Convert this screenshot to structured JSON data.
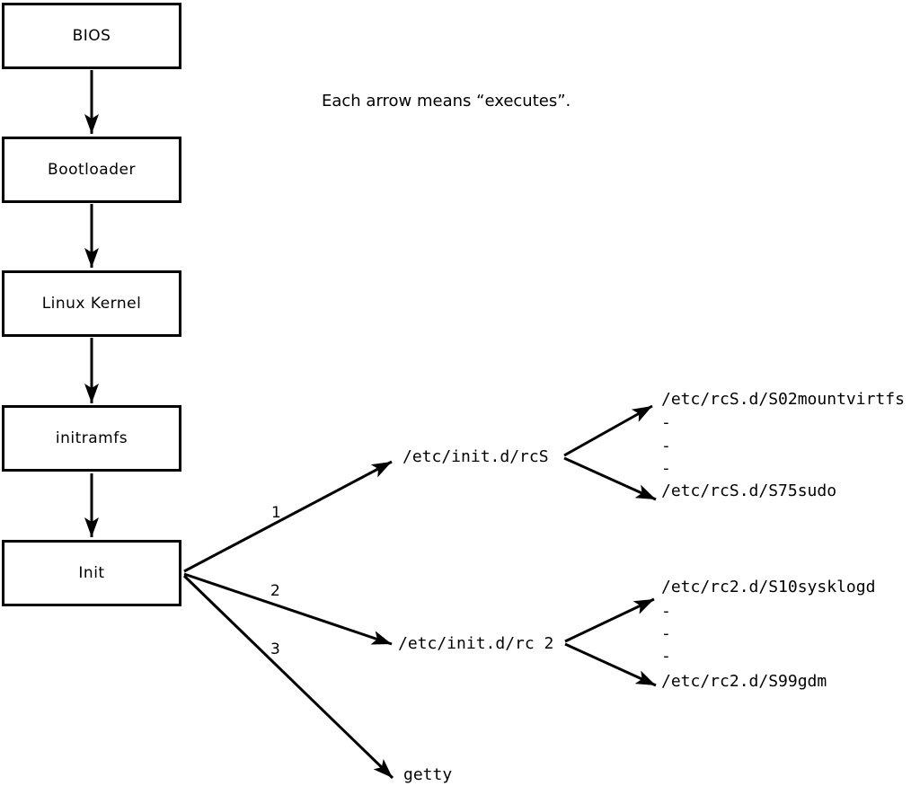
{
  "diagram": {
    "caption": "Each arrow means “executes”.",
    "chain": [
      {
        "label": "BIOS"
      },
      {
        "label": "Bootloader"
      },
      {
        "label": "Linux Kernel"
      },
      {
        "label": "initramfs"
      },
      {
        "label": "Init"
      }
    ],
    "branches": [
      {
        "number": "1",
        "target": "/etc/init.d/rcS",
        "children": [
          "/etc/rcS.d/S02mountvirtfs",
          "-",
          "-",
          "-",
          "/etc/rcS.d/S75sudo"
        ]
      },
      {
        "number": "2",
        "target": "/etc/init.d/rc 2",
        "children": [
          "/etc/rc2.d/S10sysklogd",
          "-",
          "-",
          "-",
          "/etc/rc2.d/S99gdm"
        ]
      },
      {
        "number": "3",
        "target": "getty",
        "children": []
      }
    ],
    "colors": {
      "line": "#000000",
      "background": "#ffffff"
    }
  }
}
